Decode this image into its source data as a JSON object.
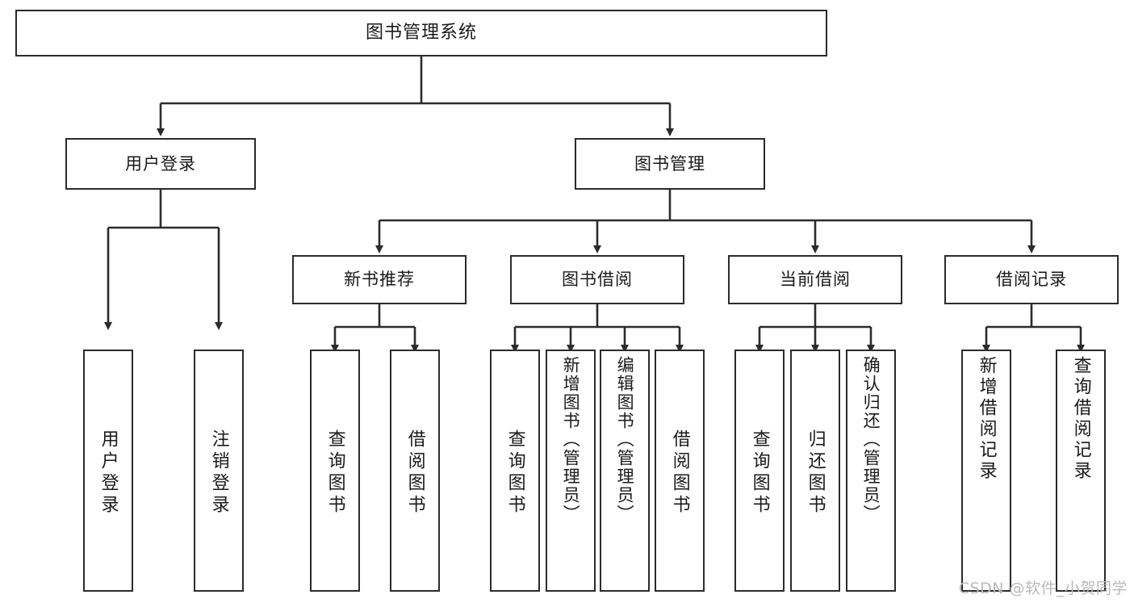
{
  "diagram": {
    "title": "图书管理系统",
    "root": {
      "label": "图书管理系统"
    },
    "level1": [
      {
        "label": "用户登录"
      },
      {
        "label": "图书管理"
      }
    ],
    "level2": [
      {
        "label": "新书推荐"
      },
      {
        "label": "图书借阅"
      },
      {
        "label": "当前借阅"
      },
      {
        "label": "借阅记录"
      }
    ],
    "leaves": {
      "user_login": [
        {
          "label": "用户登录"
        },
        {
          "label": "注销登录"
        }
      ],
      "new_book": [
        {
          "label": "查询图书"
        },
        {
          "label": "借阅图书"
        }
      ],
      "borrow_book": [
        {
          "label": "查询图书"
        },
        {
          "label": "新增图书（管理员）"
        },
        {
          "label": "编辑图书（管理员）"
        },
        {
          "label": "借阅图书"
        }
      ],
      "current_borrow": [
        {
          "label": "查询图书"
        },
        {
          "label": "归还图书"
        },
        {
          "label": "确认归还（管理员）"
        }
      ],
      "borrow_record": [
        {
          "label": "新增借阅记录"
        },
        {
          "label": "查询借阅记录"
        }
      ]
    }
  },
  "watermark": {
    "text": "CSDN @软件_小贺同学"
  },
  "colors": {
    "box_border": "#2b2b2b",
    "box_fill": "#ffffff",
    "line": "#2b2b2b",
    "text": "#1a1a1a",
    "watermark": "#b9b9b9"
  }
}
